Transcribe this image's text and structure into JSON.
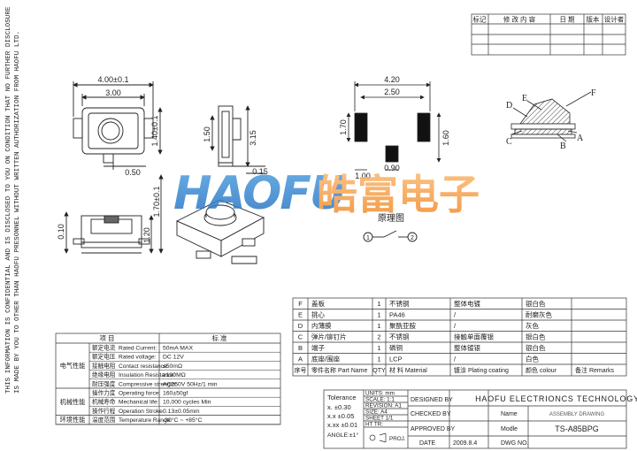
{
  "revision_block": {
    "headers": [
      "标记",
      "修 改 内 容",
      "日 期",
      "版本",
      "设计者"
    ]
  },
  "side_notice": {
    "line1": "THIS INFORMATION IS CONFIDENTIAL AND IS DISCLOSED TO YOU ON CONDITION THAT NO FURTHER DISCLOSURE",
    "line2": "IS MADE BY YOU TO OTHER THAN  HAOFU PRESONNEL WITHOUT WRITTEN AUTHORIZATION FROM  HAOFU LTD."
  },
  "views": {
    "front": {
      "width": "4.00±0.1",
      "inner": "3.00",
      "height": "1.40±0.1",
      "button": "0.50"
    },
    "side": {
      "h1": "1.50",
      "h2": "3.15",
      "t": "0.15"
    },
    "lower": {
      "v1": "0.10",
      "v2": "1.20",
      "v3": "1.70±0.1"
    },
    "pads": {
      "total": "4.20",
      "pitch": "2.50",
      "pad_h": "1.70",
      "pad_w": "1.00",
      "gap": "0.90",
      "side": "1.60"
    },
    "callouts": [
      "D",
      "E",
      "F",
      "C",
      "B",
      "A"
    ]
  },
  "logo": {
    "brand": "HAOFU",
    "chinese": "皓富电子"
  },
  "schematic": {
    "title": "原理图",
    "pin1": "1",
    "pin2": "2"
  },
  "parts_table": {
    "rows": [
      [
        "F",
        "盖板",
        "1",
        "不锈钢",
        "整体电镀",
        "银白色"
      ],
      [
        "E",
        "挑心",
        "1",
        "PA46",
        "/",
        "耐磨灰色"
      ],
      [
        "D",
        "内薄膜",
        "1",
        "聚酰亚胺",
        "/",
        "灰色"
      ],
      [
        "C",
        "弹片/铆钉片",
        "2",
        "不锈钢",
        "接触单面覆银",
        "银白色"
      ],
      [
        "B",
        "端子",
        "1",
        "磷铜",
        "整体镀银",
        "银白色"
      ],
      [
        "A",
        "底座/围座",
        "1",
        "LCP",
        "/",
        "白色"
      ]
    ],
    "footer": [
      "序号",
      "零件名称 Part Name",
      "QTY",
      "材 料 Material",
      "镀涂 Plating coating",
      "颜色  colour",
      "备注 Remarks"
    ]
  },
  "spec_table": {
    "header": [
      "项     目",
      "标     准"
    ],
    "groups": [
      {
        "name": "电气性能",
        "rows": [
          [
            "额定电流",
            "Rated Current:",
            "50mA MAX"
          ],
          [
            "额定电压",
            "Rated voltage:",
            "DC 12V"
          ],
          [
            "接触电阻",
            "Contact resistance:",
            "≤50mΩ"
          ],
          [
            "绝缘电阻",
            "Insulation Resistance:",
            "≥100MΩ"
          ],
          [
            "耐压强度",
            "Compressive strength:",
            "AC250V  50Hz/1 min"
          ]
        ]
      },
      {
        "name": "机械性能",
        "rows": [
          [
            "操作力度",
            "Operating force:",
            "160±50gf"
          ],
          [
            "机械寿命",
            "Mechanical life:",
            "10,000 cycles Min"
          ],
          [
            "操作行程",
            "Operation Stroke:",
            "0.13±0.05mm"
          ]
        ]
      },
      {
        "name": "环境性能",
        "rows": [
          [
            "温度范围",
            "Temperature Range:",
            "-30°C ~ +85°C"
          ]
        ]
      }
    ]
  },
  "title_block": {
    "tolerance": "Tolerance",
    "tol_x": "x.   ±0.30",
    "tol_xx": "x.x  ±0.05",
    "tol_xxx": "x.xx  ±0.01",
    "angle": "ANGLE:±1°",
    "units": "UNITS:  mm",
    "scale": "SCALE:  1:1",
    "revision": "REVISION: A1",
    "size": "SIZE:      A4",
    "sheet": "SHEET   1/1",
    "ht_tr": "HT TR:",
    "proj": "PROJ.",
    "designed": "DESIGNED BY",
    "checked": "CHECKED BY",
    "approved": "APPROVED BY",
    "date_label": "DATE",
    "date_value": "2009.8.4",
    "company": "HAOFU ELECTRIONCS TECHNOLOGY",
    "name_label": "Name",
    "name_value": "ASSEMBLY DRAWING",
    "model_label": "Modle",
    "model_value": "TS-A85BPG",
    "dwg_label": "DWG NO."
  }
}
